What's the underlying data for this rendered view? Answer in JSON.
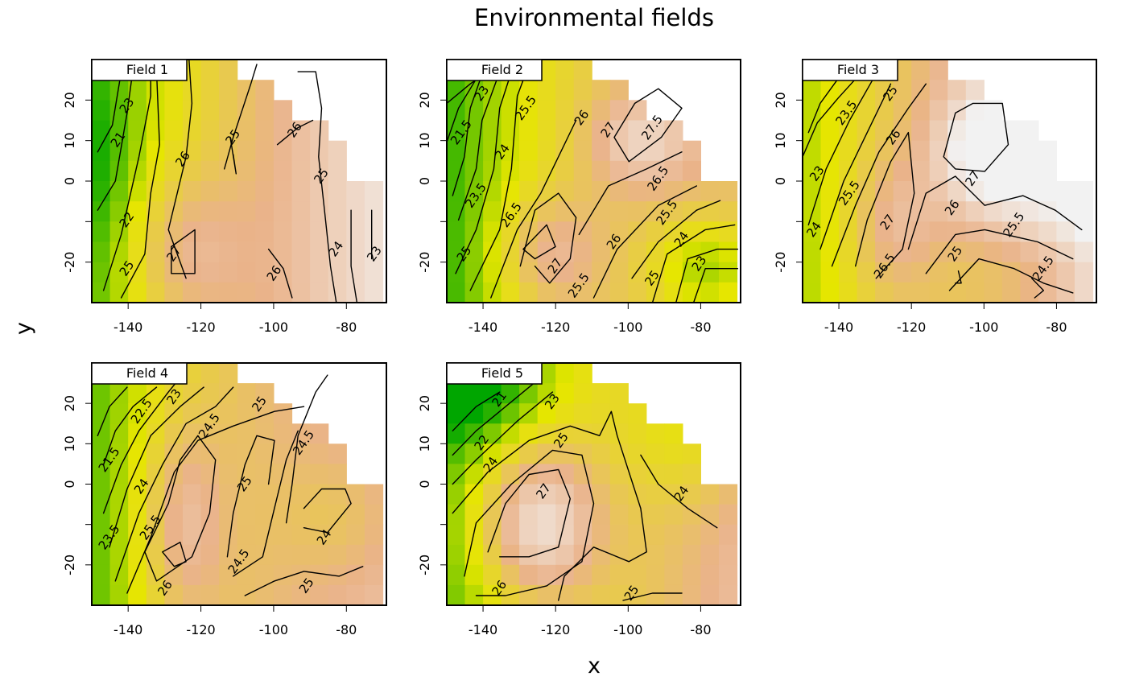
{
  "figure": {
    "title": "Environmental fields",
    "xlabel": "x",
    "ylabel": "y"
  },
  "chart_data": [
    {
      "type": "heatmap",
      "title": "Field 1",
      "x_ticks": [
        -140,
        -120,
        -100,
        -80
      ],
      "y_ticks": [
        -20,
        -10,
        0,
        10,
        20
      ],
      "y_tick_labels": [
        "-20",
        "",
        "0",
        "10",
        "20"
      ],
      "xlim": [
        -150,
        -69
      ],
      "ylim": [
        -30,
        30
      ],
      "colorscale": [
        "#00a600",
        "#e6e600",
        "#eab38a",
        "#f2f2f2"
      ],
      "value_range": [
        20,
        28
      ],
      "contour_labels": [
        "21",
        "22",
        "23",
        "25",
        "25",
        "25",
        "26",
        "26",
        "26",
        "27",
        "24",
        "23"
      ],
      "grid": false
    },
    {
      "type": "heatmap",
      "title": "Field 2",
      "x_ticks": [
        -140,
        -120,
        -100,
        -80
      ],
      "y_ticks": [
        -20,
        -10,
        0,
        10,
        20
      ],
      "y_tick_labels": [
        "-20",
        "",
        "0",
        "10",
        "20"
      ],
      "xlim": [
        -150,
        -69
      ],
      "ylim": [
        -30,
        30
      ],
      "colorscale": [
        "#00a600",
        "#e6e600",
        "#eab38a",
        "#f2f2f2"
      ],
      "value_range": [
        20,
        28
      ],
      "contour_labels": [
        "21.5",
        "23",
        "23.5",
        "24",
        "25",
        "25.5",
        "26",
        "26.5",
        "27",
        "27.5",
        "26.5",
        "25.5",
        "26",
        "27",
        "25.5",
        "25",
        "24",
        "23"
      ],
      "grid": false
    },
    {
      "type": "heatmap",
      "title": "Field 3",
      "x_ticks": [
        -140,
        -120,
        -100,
        -80
      ],
      "y_ticks": [
        -20,
        -10,
        0,
        10,
        20
      ],
      "y_tick_labels": [
        "-20",
        "",
        "0",
        "10",
        "20"
      ],
      "xlim": [
        -150,
        -69
      ],
      "ylim": [
        -30,
        30
      ],
      "colorscale": [
        "#00a600",
        "#e6e600",
        "#eab38a",
        "#f2f2f2"
      ],
      "value_range": [
        20,
        28
      ],
      "contour_labels": [
        "23",
        "23.5",
        "24",
        "25",
        "25.5",
        "26",
        "26",
        "27",
        "27",
        "26.5",
        "25.5",
        "25",
        "24.5"
      ],
      "grid": false
    },
    {
      "type": "heatmap",
      "title": "Field 4",
      "x_ticks": [
        -140,
        -120,
        -100,
        -80
      ],
      "y_ticks": [
        -20,
        -10,
        0,
        10,
        20
      ],
      "y_tick_labels": [
        "-20",
        "",
        "0",
        "10",
        "20"
      ],
      "xlim": [
        -150,
        -69
      ],
      "ylim": [
        -30,
        30
      ],
      "colorscale": [
        "#00a600",
        "#e6e600",
        "#eab38a",
        "#f2f2f2"
      ],
      "value_range": [
        20,
        28
      ],
      "contour_labels": [
        "21.5",
        "22.5",
        "23",
        "23.5",
        "24",
        "24.5",
        "25",
        "25",
        "24.5",
        "25.5",
        "26",
        "24.5",
        "25",
        "24"
      ],
      "grid": false
    },
    {
      "type": "heatmap",
      "title": "Field 5",
      "x_ticks": [
        -140,
        -120,
        -100,
        -80
      ],
      "y_ticks": [
        -20,
        -10,
        0,
        10,
        20
      ],
      "y_tick_labels": [
        "-20",
        "",
        "0",
        "10",
        "20"
      ],
      "xlim": [
        -150,
        -69
      ],
      "ylim": [
        -30,
        30
      ],
      "colorscale": [
        "#00a600",
        "#e6e600",
        "#eab38a",
        "#f2f2f2"
      ],
      "value_range": [
        20,
        28
      ],
      "contour_labels": [
        "21",
        "22",
        "23",
        "24",
        "25",
        "27",
        "26",
        "25",
        "24"
      ],
      "grid": false
    }
  ]
}
